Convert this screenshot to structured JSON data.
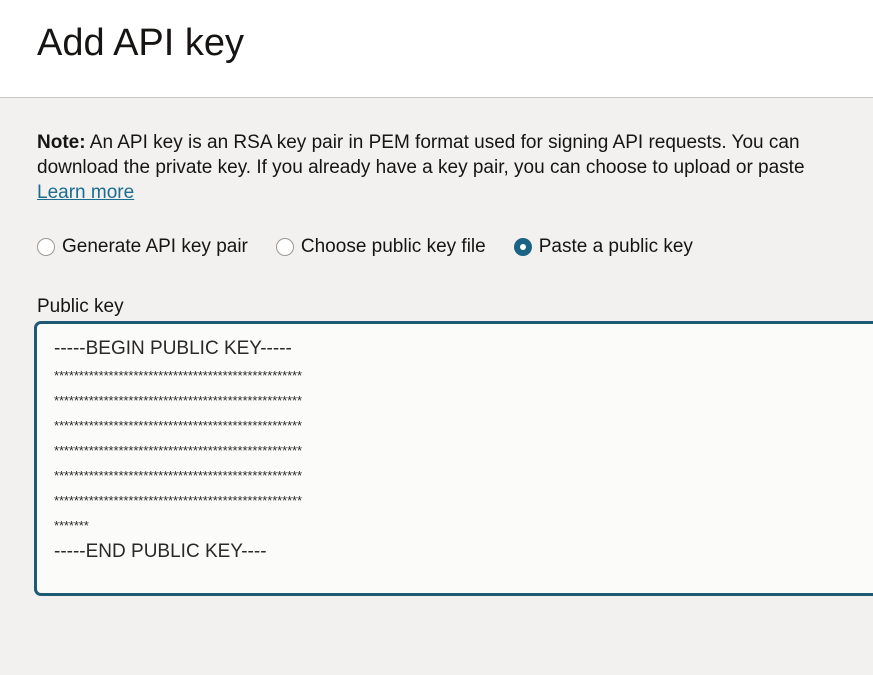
{
  "header": {
    "title": "Add API key"
  },
  "note": {
    "label": "Note:",
    "line1": " An API key is an RSA key pair in PEM format used for signing API requests. You can",
    "line2": "download the private key. If you already have a key pair, you can choose to upload or paste",
    "learn_more": "Learn more"
  },
  "options": [
    {
      "label": "Generate API key pair",
      "selected": false
    },
    {
      "label": "Choose public key file",
      "selected": false
    },
    {
      "label": "Paste a public key",
      "selected": true
    }
  ],
  "public_key": {
    "label": "Public key",
    "lines": [
      "-----BEGIN PUBLIC KEY-----",
      "**************************************************",
      "**************************************************",
      "**************************************************",
      "**************************************************",
      "**************************************************",
      "**************************************************",
      "*******",
      "-----END PUBLIC KEY----"
    ]
  },
  "colors": {
    "accent": "#1a6384",
    "link": "#1a6d8f"
  }
}
